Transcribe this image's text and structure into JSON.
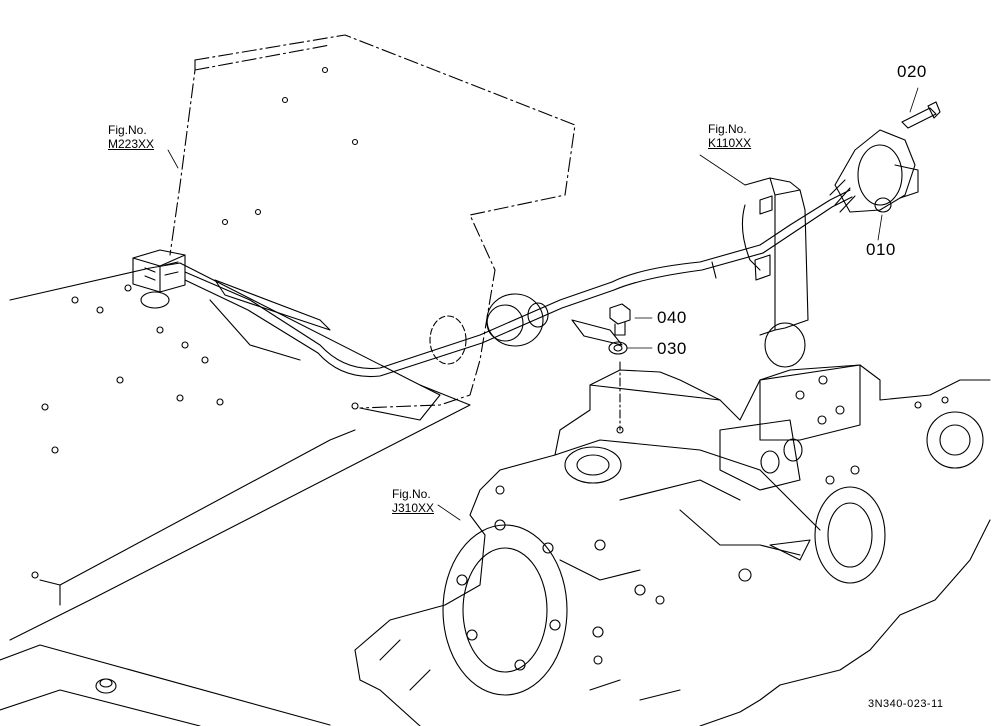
{
  "fig_refs": {
    "m223": {
      "title": "Fig.No.",
      "code": "M223XX"
    },
    "k110": {
      "title": "Fig.No.",
      "code": "K110XX"
    },
    "j310": {
      "title": "Fig.No.",
      "code": "J310XX"
    }
  },
  "parts": {
    "p010": "010",
    "p020": "020",
    "p030": "030",
    "p040": "040"
  },
  "drawing_code": "3N340-023-11"
}
